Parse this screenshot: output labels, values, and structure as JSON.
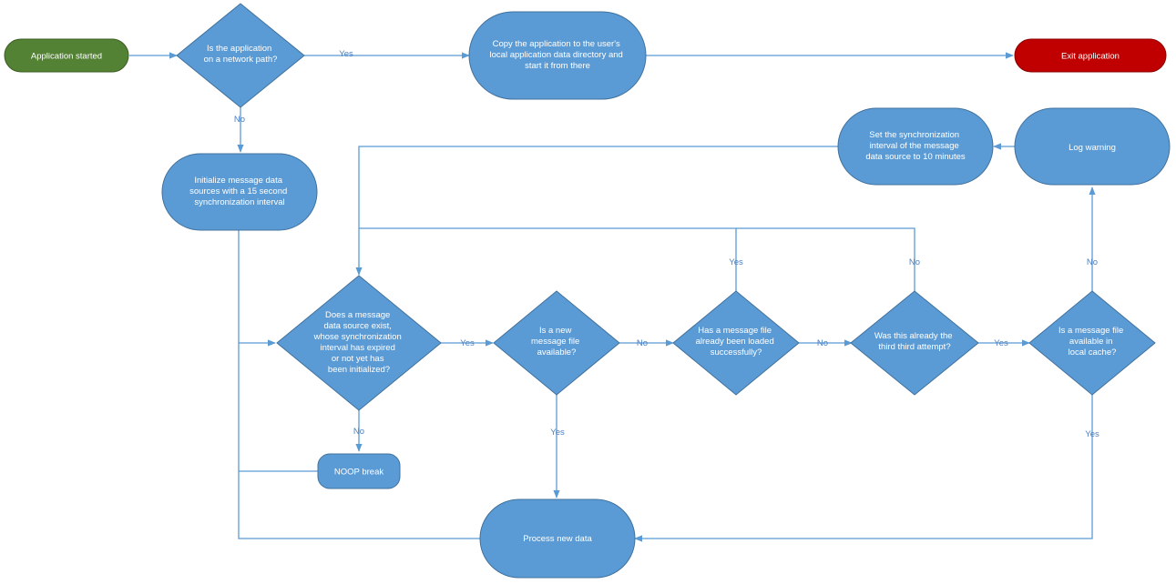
{
  "colors": {
    "node_fill": "#5b9bd5",
    "node_stroke": "#41719c",
    "start_fill": "#548235",
    "end_fill": "#c00000",
    "edge": "#5b9bd5",
    "label_text": "#4a7fc0",
    "node_text": "#ffffff"
  },
  "nodes": {
    "start": {
      "lines": [
        "Application started"
      ]
    },
    "network_check": {
      "lines": [
        "Is the application",
        "on a network path?"
      ]
    },
    "copy_app": {
      "lines": [
        "Copy the application to the user's",
        "local application data directory and",
        "start it from there"
      ]
    },
    "exit": {
      "lines": [
        "Exit application"
      ]
    },
    "init_sources": {
      "lines": [
        "Initialize message data",
        "sources with a 15 second",
        "synchronization interval"
      ]
    },
    "set_interval": {
      "lines": [
        "Set the synchronization",
        "interval of the message",
        "data source to 10 minutes"
      ]
    },
    "log_warning": {
      "lines": [
        "Log warning"
      ]
    },
    "source_exists": {
      "lines": [
        "Does a message",
        "data source exist,",
        "whose synchronization",
        "interval has expired",
        "or not yet has",
        "been initialized?"
      ]
    },
    "new_file": {
      "lines": [
        "Is a new",
        "message  file",
        "available?"
      ]
    },
    "loaded_before": {
      "lines": [
        "Has a message file",
        "already been loaded",
        "successfully?"
      ]
    },
    "third_attempt": {
      "lines": [
        "Was this already the",
        "third third attempt?"
      ]
    },
    "cache_available": {
      "lines": [
        "Is a message file",
        "available in",
        "local cache?"
      ]
    },
    "noop": {
      "lines": [
        "NOOP break"
      ]
    },
    "process": {
      "lines": [
        "Process new data"
      ]
    }
  },
  "edge_labels": {
    "network_yes": "Yes",
    "network_no": "No",
    "exists_yes": "Yes",
    "exists_no": "No",
    "newfile_no": "No",
    "newfile_yes": "Yes",
    "loaded_no": "No",
    "loaded_yes": "Yes",
    "third_yes": "Yes",
    "third_no": "No",
    "cache_no": "No",
    "cache_yes": "Yes"
  }
}
